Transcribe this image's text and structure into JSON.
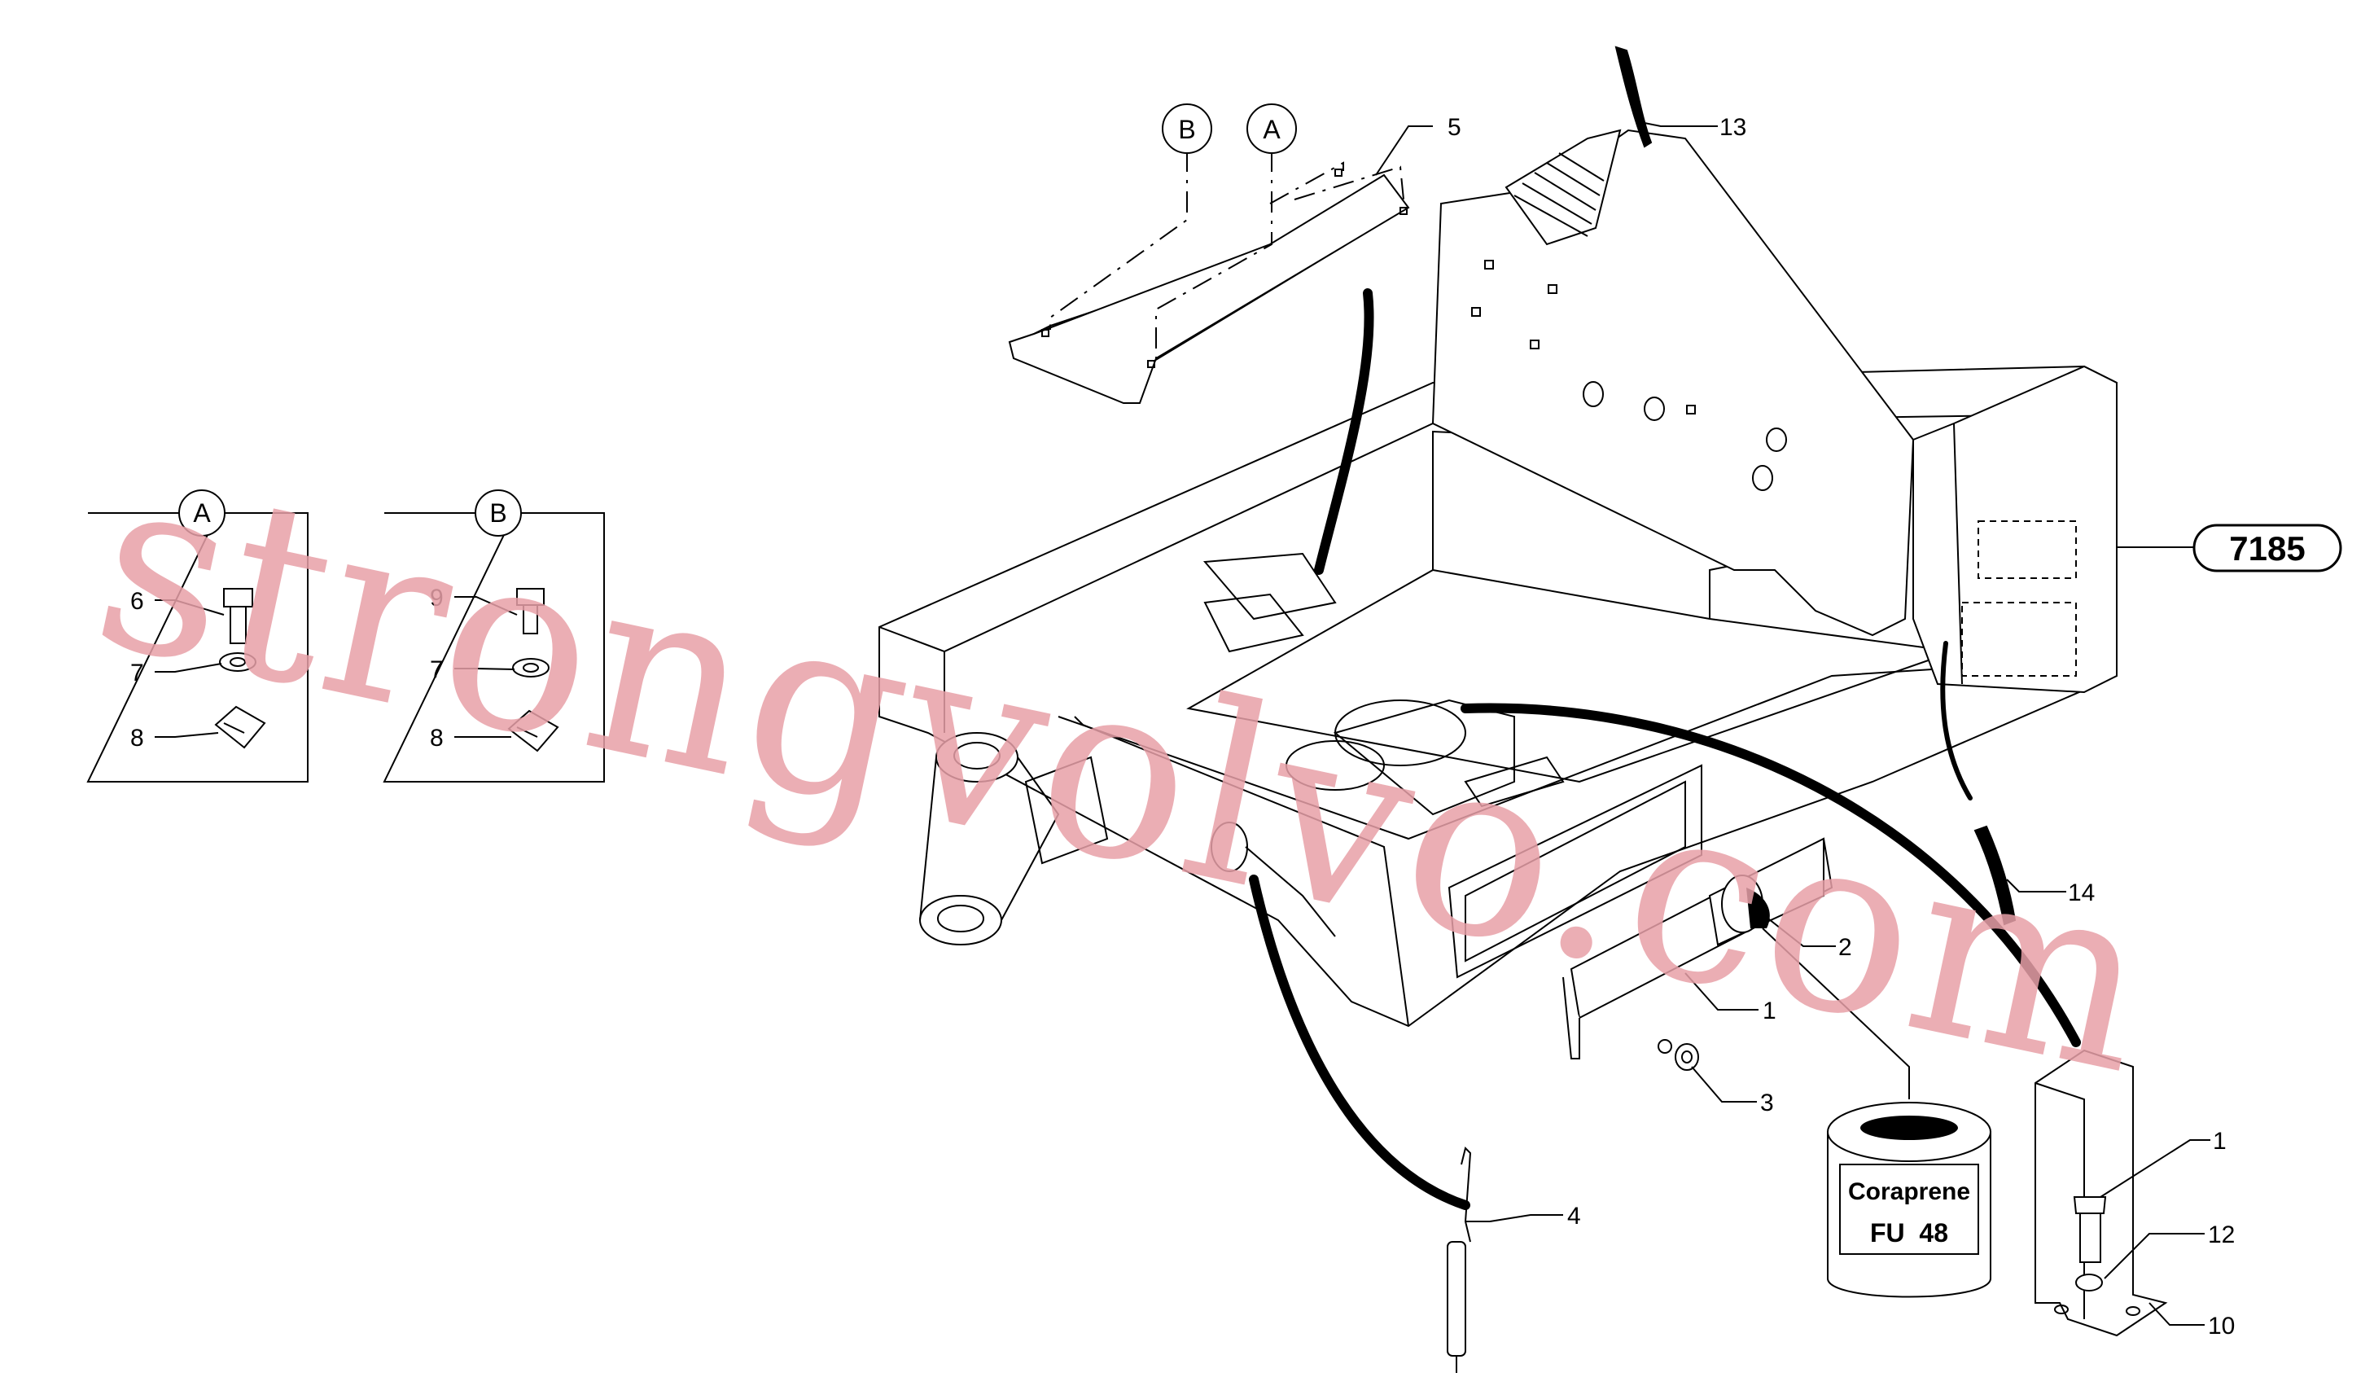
{
  "callouts": {
    "c1": "1",
    "c2": "2",
    "c3": "3",
    "c4": "4",
    "c5": "5",
    "c6": "6",
    "c7a": "7",
    "c8a": "8",
    "c9": "9",
    "c7b": "7",
    "c8b": "8",
    "c10": "10",
    "c11": "1",
    "c12": "12",
    "c13": "13",
    "c14": "14"
  },
  "detail_labels": {
    "a": "A",
    "b": "B",
    "top_a": "A",
    "top_b": "B"
  },
  "reference_badge": "7185",
  "can_label": {
    "line1": "Coraprene",
    "line2": "FU  48"
  },
  "watermark": {
    "text": "strongvolvo.com",
    "color": "#e8a0a8"
  }
}
